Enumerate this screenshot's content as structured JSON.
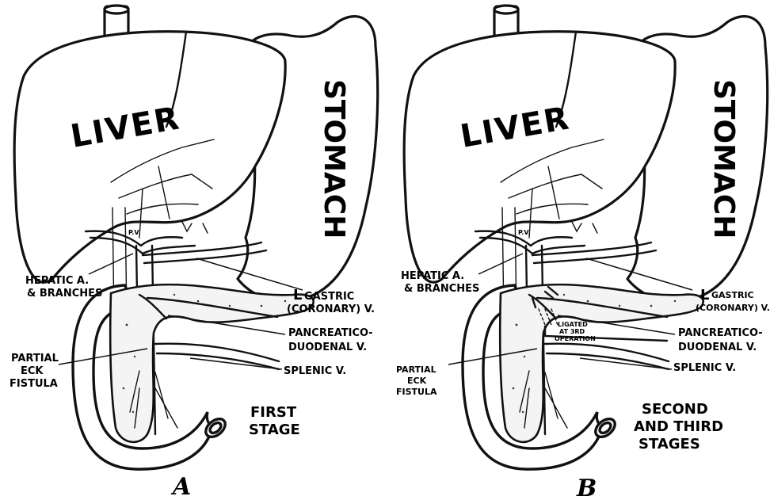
{
  "panels": [
    {
      "letter": "A",
      "liver": "LIVER",
      "stomach": "STOMACH",
      "pv": "P.V.",
      "hepatic_1": "HEPATIC A.",
      "hepatic_2": "& BRANCHES",
      "gastric_1": "GASTRIC",
      "gastric_l": "L",
      "gastric_2": "(CORONARY) V.",
      "pancreatico_1": "PANCREATICO-",
      "pancreatico_2": "DUODENAL V.",
      "splenic": "SPLENIC V.",
      "partial_1": "PARTIAL",
      "partial_2": "ECK",
      "partial_3": "FISTULA",
      "stage_1": "FIRST",
      "stage_2": "STAGE",
      "stage_3": ""
    },
    {
      "letter": "B",
      "liver": "LIVER",
      "stomach": "STOMACH",
      "pv": "P.V.",
      "hepatic_1": "HEPATIC A.",
      "hepatic_2": "& BRANCHES",
      "gastric_1": "GASTRIC",
      "gastric_l": "L",
      "gastric_2": "(CORONARY) V.",
      "pancreatico_1": "PANCREATICO-",
      "pancreatico_2": "DUODENAL V.",
      "splenic": "SPLENIC V.",
      "partial_1": "PARTIAL",
      "partial_2": "ECK",
      "partial_3": "FISTULA",
      "ligated_1": "LIGATED",
      "ligated_2": "AT 3RD",
      "ligated_3": "OPERATION",
      "stage_1": "SECOND",
      "stage_2": "AND THIRD",
      "stage_3": "STAGES"
    }
  ]
}
